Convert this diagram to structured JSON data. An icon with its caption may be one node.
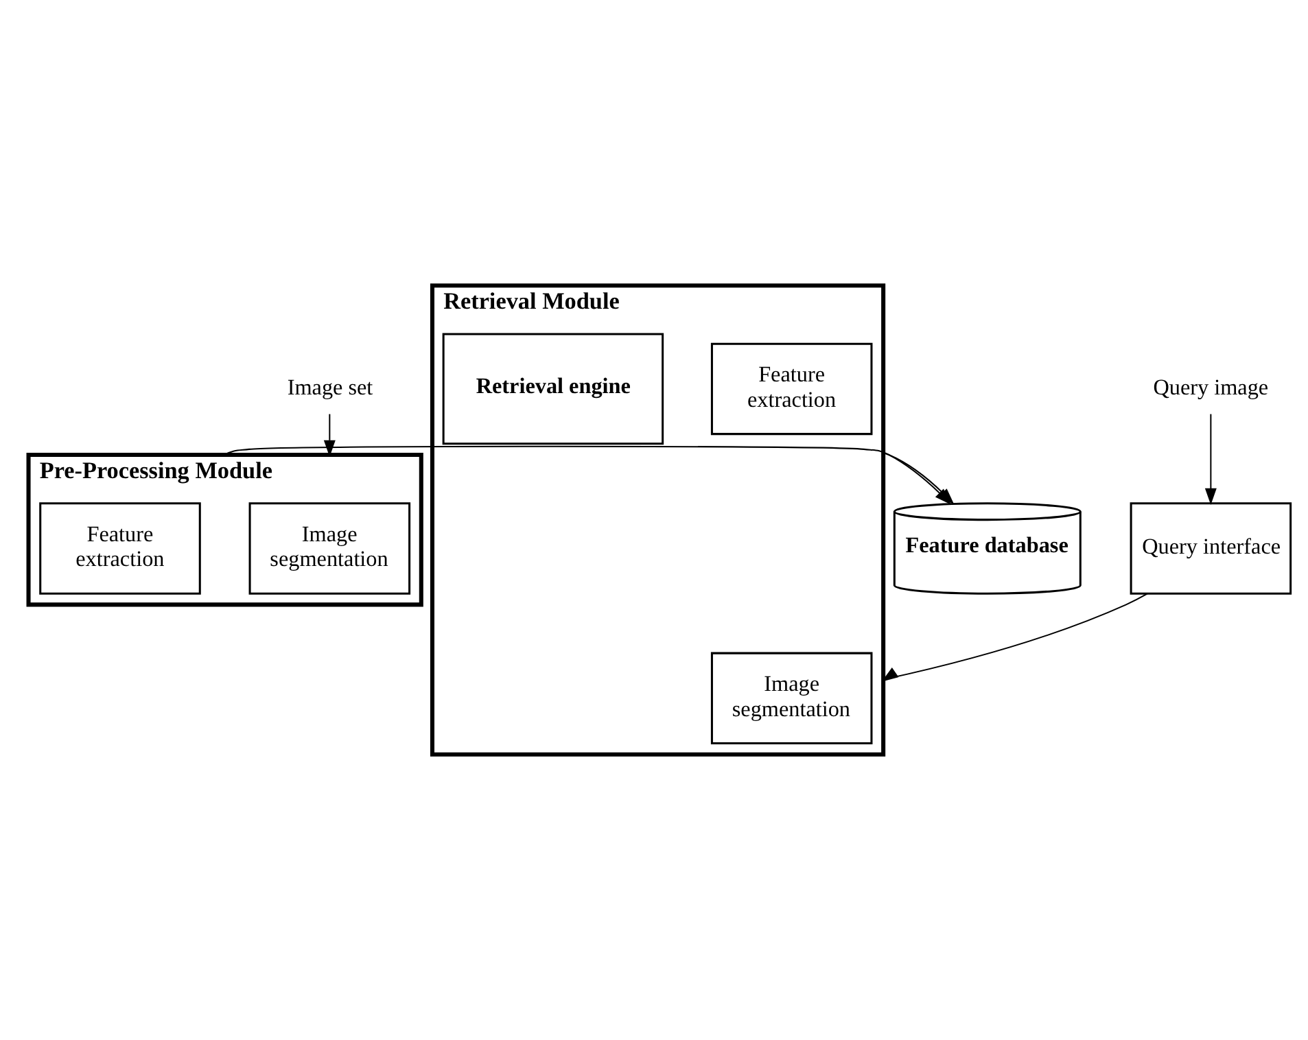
{
  "diagram": {
    "nodes": [
      {
        "text": [
          "Image set"
        ]
      },
      {
        "text": [
          "Pre-Processing Module"
        ]
      },
      {
        "text": [
          "Image segmentation"
        ],
        "in": 1
      },
      {
        "text": [
          "Feature extraction"
        ],
        "in": 1
      },
      {
        "text": [
          "Feature database"
        ]
      },
      {
        "text": [
          "Retrieval Module"
        ]
      },
      {
        "text": [
          "Image segmentation"
        ],
        "in": 5
      },
      {
        "text": [
          "Feature extraction"
        ],
        "in": 5
      },
      {
        "text": [
          "Retrieval engine"
        ],
        "in": 5
      },
      {
        "text": [
          "Query interface"
        ]
      },
      {
        "text": [
          "Query image"
        ]
      }
    ],
    "edges": [
      {
        "from": 0,
        "to": 1,
        "arrow": "to"
      },
      {
        "from": 1,
        "to": 4,
        "arrow": "to"
      },
      {
        "from": 5,
        "to": 4,
        "arrow": "to"
      },
      {
        "from": 9,
        "to": 5,
        "arrow": "to"
      },
      {
        "from": 10,
        "to": 9,
        "arrow": "to"
      }
    ]
  }
}
